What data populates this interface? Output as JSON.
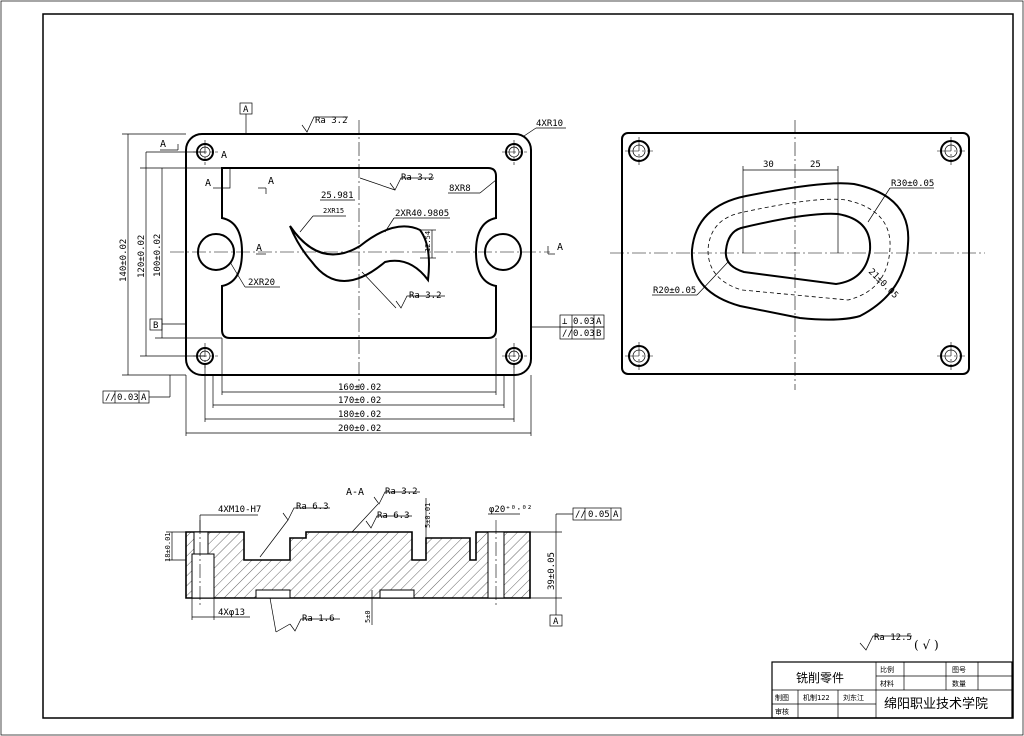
{
  "views": {
    "top": {
      "datum_a": "A",
      "datum_b": "B",
      "section_marks": [
        "A",
        "A",
        "A",
        "A",
        "A"
      ],
      "roughness_top": "Ra 3.2",
      "roughness_inner": "Ra 3.2",
      "roughness_leaf": "Ra 3.2",
      "corner_radius": "4XR10",
      "pocket_radius": "8XR8",
      "arc_dim_1": "25.981",
      "arc_dim_2": "2XR15",
      "arc_dim_3": "2XR40.9805",
      "arc_dim_4": "12.54",
      "side_radius": "2XR20",
      "dim_h1": "140±0.02",
      "dim_h2": "120±0.02",
      "dim_h3": "100±0.02",
      "dim_w1": "160±0.02",
      "dim_w2": "170±0.02",
      "dim_w3": "180±0.02",
      "dim_w4": "200±0.02",
      "tol_parallel_a": [
        "//",
        "0.03",
        "A"
      ],
      "tol_perp": [
        "⊥",
        "0.03",
        "A"
      ],
      "tol_parallel_b": [
        "//",
        "0.03",
        "B"
      ]
    },
    "back": {
      "dim_30": "30",
      "dim_25": "25",
      "r30": "R30±0.05",
      "r20": "R20±0.05",
      "width_21": "21±0.05"
    },
    "section": {
      "title": "A-A",
      "thread": "4XM10-H7",
      "ra_63_a": "Ra 6.3",
      "ra_32": "Ra 3.2",
      "ra_63_b": "Ra 6.3",
      "depth_5": "5±0.01",
      "bore": "φ20⁺⁰·⁰²",
      "tol_parallel": [
        "//",
        "0.05",
        "A"
      ],
      "height_18": "18±0.01",
      "height_39": "39±0.05",
      "hole_13": "4Xφ13",
      "ra_16": "Ra 1.6",
      "depth_bottom": "5±0",
      "datum": "A"
    }
  },
  "general_roughness": "Ra 12.5",
  "general_roughness_symbol": "( √ )",
  "title_block": {
    "part_name": "铣削零件",
    "scale_label": "比例",
    "drawing_no_label": "图号",
    "material_label": "材料",
    "quantity_label": "数量",
    "drawn_label": "制图",
    "drawn_name": "机制122",
    "drawn_person": "刘东江",
    "checked_label": "审核",
    "school": "绵阳职业技术学院"
  }
}
